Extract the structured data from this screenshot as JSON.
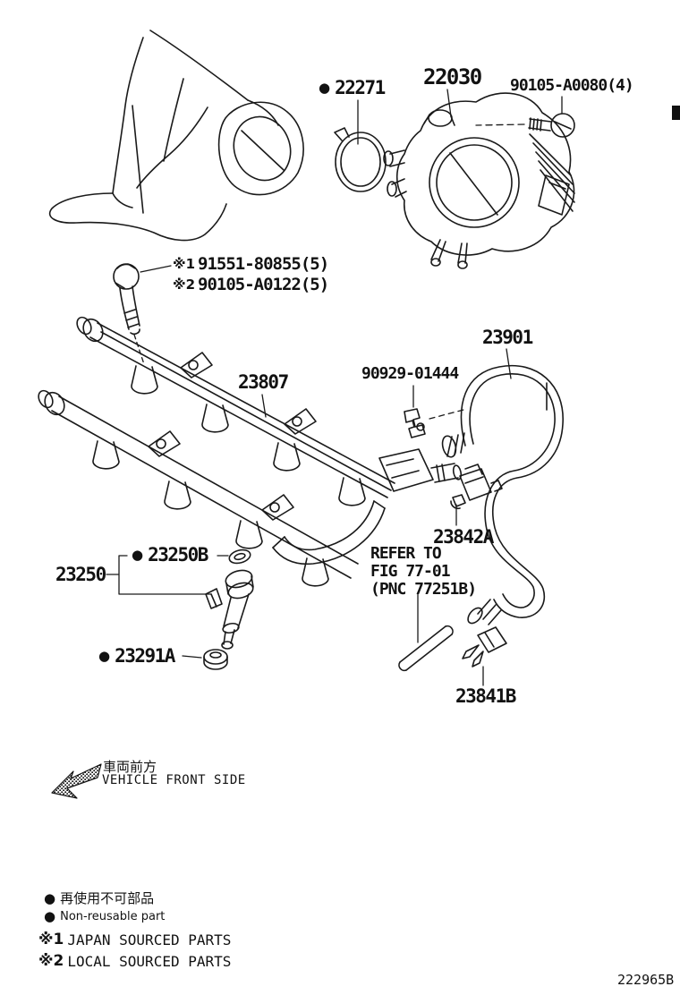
{
  "bullet": "●",
  "page": {
    "code": "222965B",
    "bg": "#ffffff",
    "line_color": "#1a1a1a"
  },
  "parts": {
    "gasket": {
      "label": "22271"
    },
    "throttle_body": {
      "label": "22030"
    },
    "bolt_throttle": {
      "label": "90105-A0080(4)"
    },
    "bolt_rail": {
      "mark1": "※1",
      "label1": "91551-80855(5)",
      "mark2": "※2",
      "label2": "90105-A0122(5)"
    },
    "fuel_rail": {
      "label": "23807"
    },
    "fuel_pipe": {
      "label": "23901"
    },
    "clamp": {
      "label": "90929-01444"
    },
    "damper": {
      "label": "23842A"
    },
    "injector": {
      "label": "23250"
    },
    "injector_oring": {
      "label": "23250B"
    },
    "grommet": {
      "label": "23291A"
    },
    "clip": {
      "label": "23841B"
    },
    "refer_note": {
      "line1": "REFER TO",
      "line2": "FIG 77-01",
      "line3": "(PNC 77251B)"
    }
  },
  "front_direction": {
    "jp": "車両前方",
    "en": "VEHICLE FRONT SIDE"
  },
  "legend": {
    "nonreusable_jp": "再使用不可部品",
    "nonreusable_en": "Non-reusable part",
    "mark1": "※1",
    "japan": "JAPAN SOURCED PARTS",
    "mark2": "※2",
    "local": "LOCAL SOURCED PARTS"
  }
}
